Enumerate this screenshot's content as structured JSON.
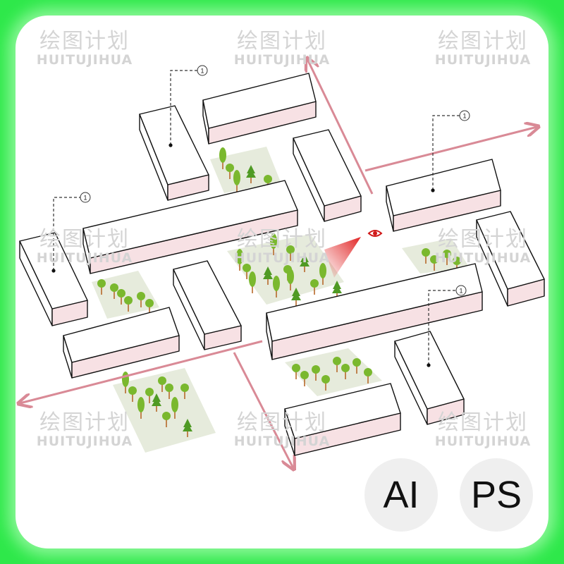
{
  "watermark": {
    "cn": "绘图计划",
    "en": "HUITUJIHUA"
  },
  "badges": {
    "ai": "AI",
    "ps": "PS"
  },
  "callout_marker": "1",
  "colors": {
    "frame": "#2ee84a",
    "building_front": "#f7e1e4",
    "axis_arrow": "#d98a96",
    "park_ground": "#e6ebdc",
    "tree_green": "#7ab82e",
    "tree_dark": "#4f9a24",
    "trunk": "#b7692a",
    "view_eye": "#d01818"
  },
  "icons": [
    "eye-icon",
    "tree-icon",
    "callout-circle-icon"
  ]
}
